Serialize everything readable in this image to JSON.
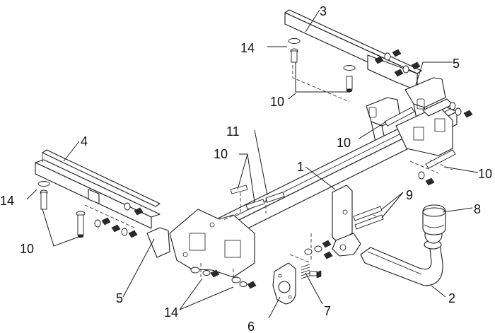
{
  "diagram": {
    "callouts": {
      "c1": "1",
      "c2": "2",
      "c3": "3",
      "c4": "4",
      "c5a": "5",
      "c5b": "5",
      "c6": "6",
      "c7": "7",
      "c8": "8",
      "c9": "9",
      "c10a": "10",
      "c10b": "10",
      "c10c": "10",
      "c10d": "10",
      "c10e": "10",
      "c11": "11",
      "c14a": "14",
      "c14b": "14",
      "c14c": "14"
    },
    "colors": {
      "line": "#1a1a1a",
      "background": "#ffffff"
    }
  }
}
